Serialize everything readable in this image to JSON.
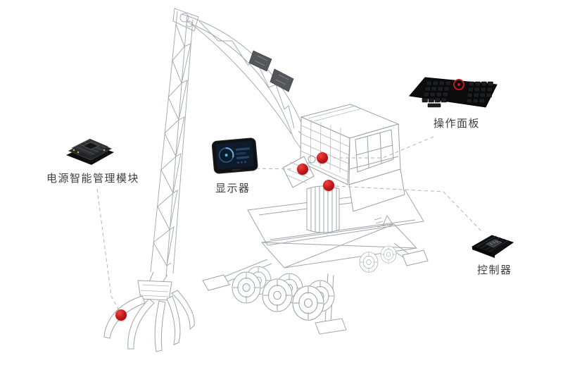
{
  "components": [
    {
      "id": "power-module",
      "label": "电源智能管理模块",
      "thumbnail": "power-module-photo"
    },
    {
      "id": "display",
      "label": "显示器",
      "thumbnail": "tablet-display-photo"
    },
    {
      "id": "control-panel",
      "label": "操作面板",
      "thumbnail": "keypad-panel-photo"
    },
    {
      "id": "controller",
      "label": "控制器",
      "thumbnail": "controller-module-photo"
    }
  ],
  "hotspots": [
    {
      "target": "display"
    },
    {
      "target": "control-panel"
    },
    {
      "target": "controller"
    },
    {
      "target": "power-module"
    }
  ],
  "illustration": {
    "subject": "wireframe-material-handler-crane"
  },
  "colors": {
    "background": "#ffffff",
    "wireframe": "#a7acb2",
    "connector": "#b3b3b3",
    "label_text": "#3f3f3f",
    "hotspot_red": "#c01318",
    "panel_knob_red": "#c11a20"
  }
}
